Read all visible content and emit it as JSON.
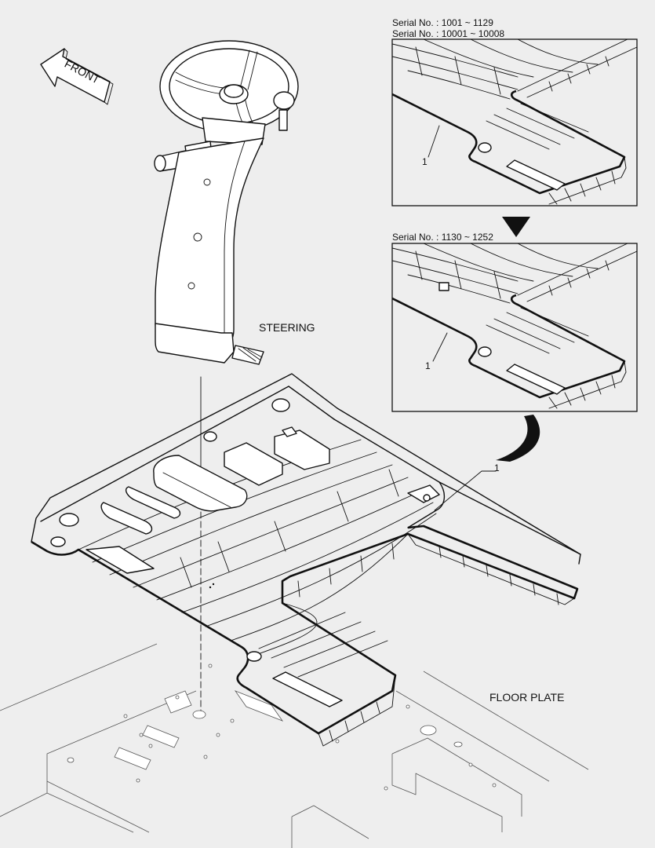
{
  "labels": {
    "front": "FRONT",
    "steering": "STEERING",
    "floor_plate": "FLOOR PLATE"
  },
  "callouts": {
    "main_part": "1",
    "inset1_part": "1",
    "inset2_part": "1"
  },
  "insets": [
    {
      "serial_lines": [
        "Serial No. : 1001 ~ 1129",
        "Serial No. : 10001 ~ 10008"
      ]
    },
    {
      "serial_lines": [
        "Serial No. : 1130 ~ 1252"
      ]
    }
  ],
  "colors": {
    "background": "#eeeeee",
    "line": "#111111",
    "plate_line": "#555555"
  },
  "icons": {
    "front_arrow": "front-arrow-icon",
    "transition_arrow": "down-triangle-icon"
  }
}
